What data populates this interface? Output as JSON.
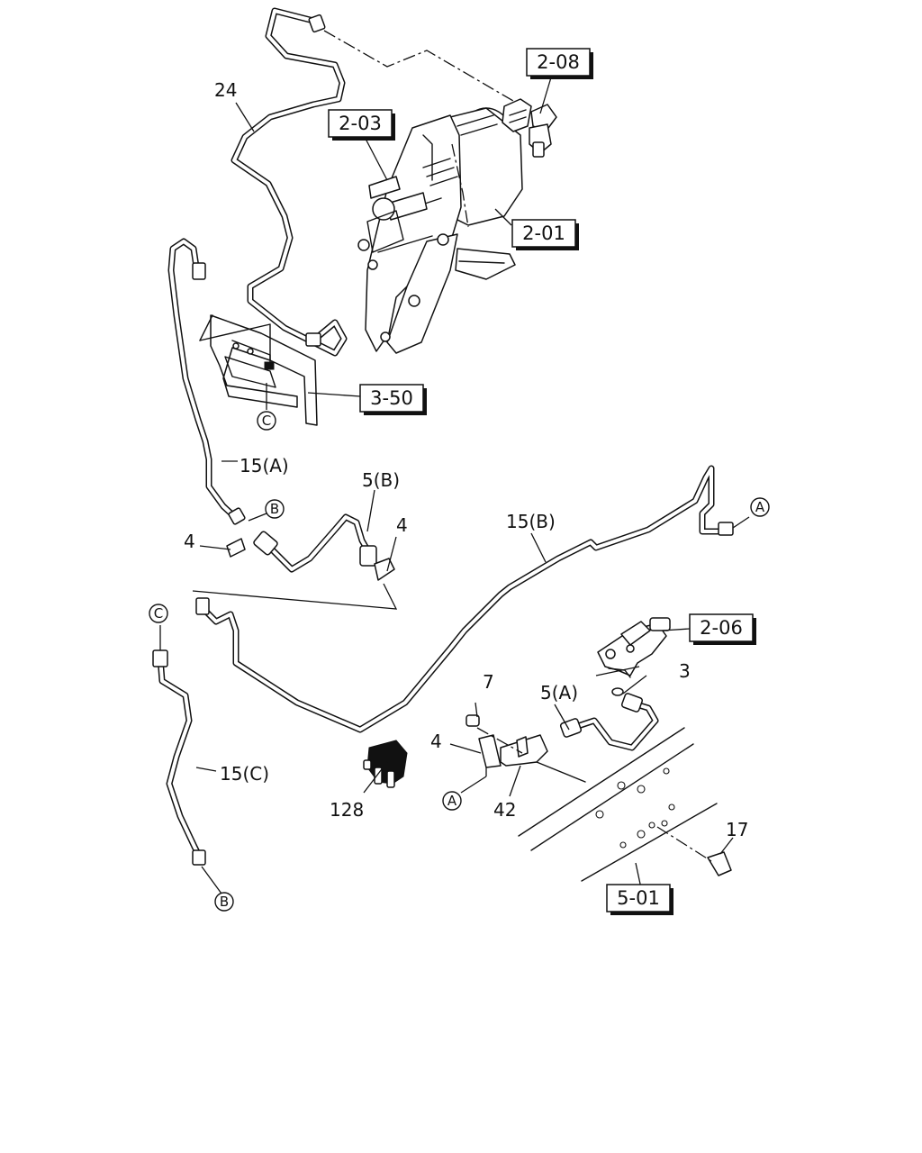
{
  "diagram": {
    "part_labels": {
      "p24": "24",
      "p15a": "15(A)",
      "p15b": "15(B)",
      "p15c": "15(C)",
      "p5b": "5(B)",
      "p5a": "5(A)",
      "p4_left": "4",
      "p4_right": "4",
      "p4_bottom": "4",
      "p3": "3",
      "p7": "7",
      "p17": "17",
      "p42": "42",
      "p128": "128"
    },
    "ref_labels": {
      "r208": "2-08",
      "r203": "2-03",
      "r201": "2-01",
      "r350": "3-50",
      "r206": "2-06",
      "r501": "5-01"
    },
    "connectors": {
      "a_right": "A",
      "a_bottom": "A",
      "b_top": "B",
      "b_bottom": "B",
      "c_top": "C",
      "c_bracket": "C"
    }
  }
}
